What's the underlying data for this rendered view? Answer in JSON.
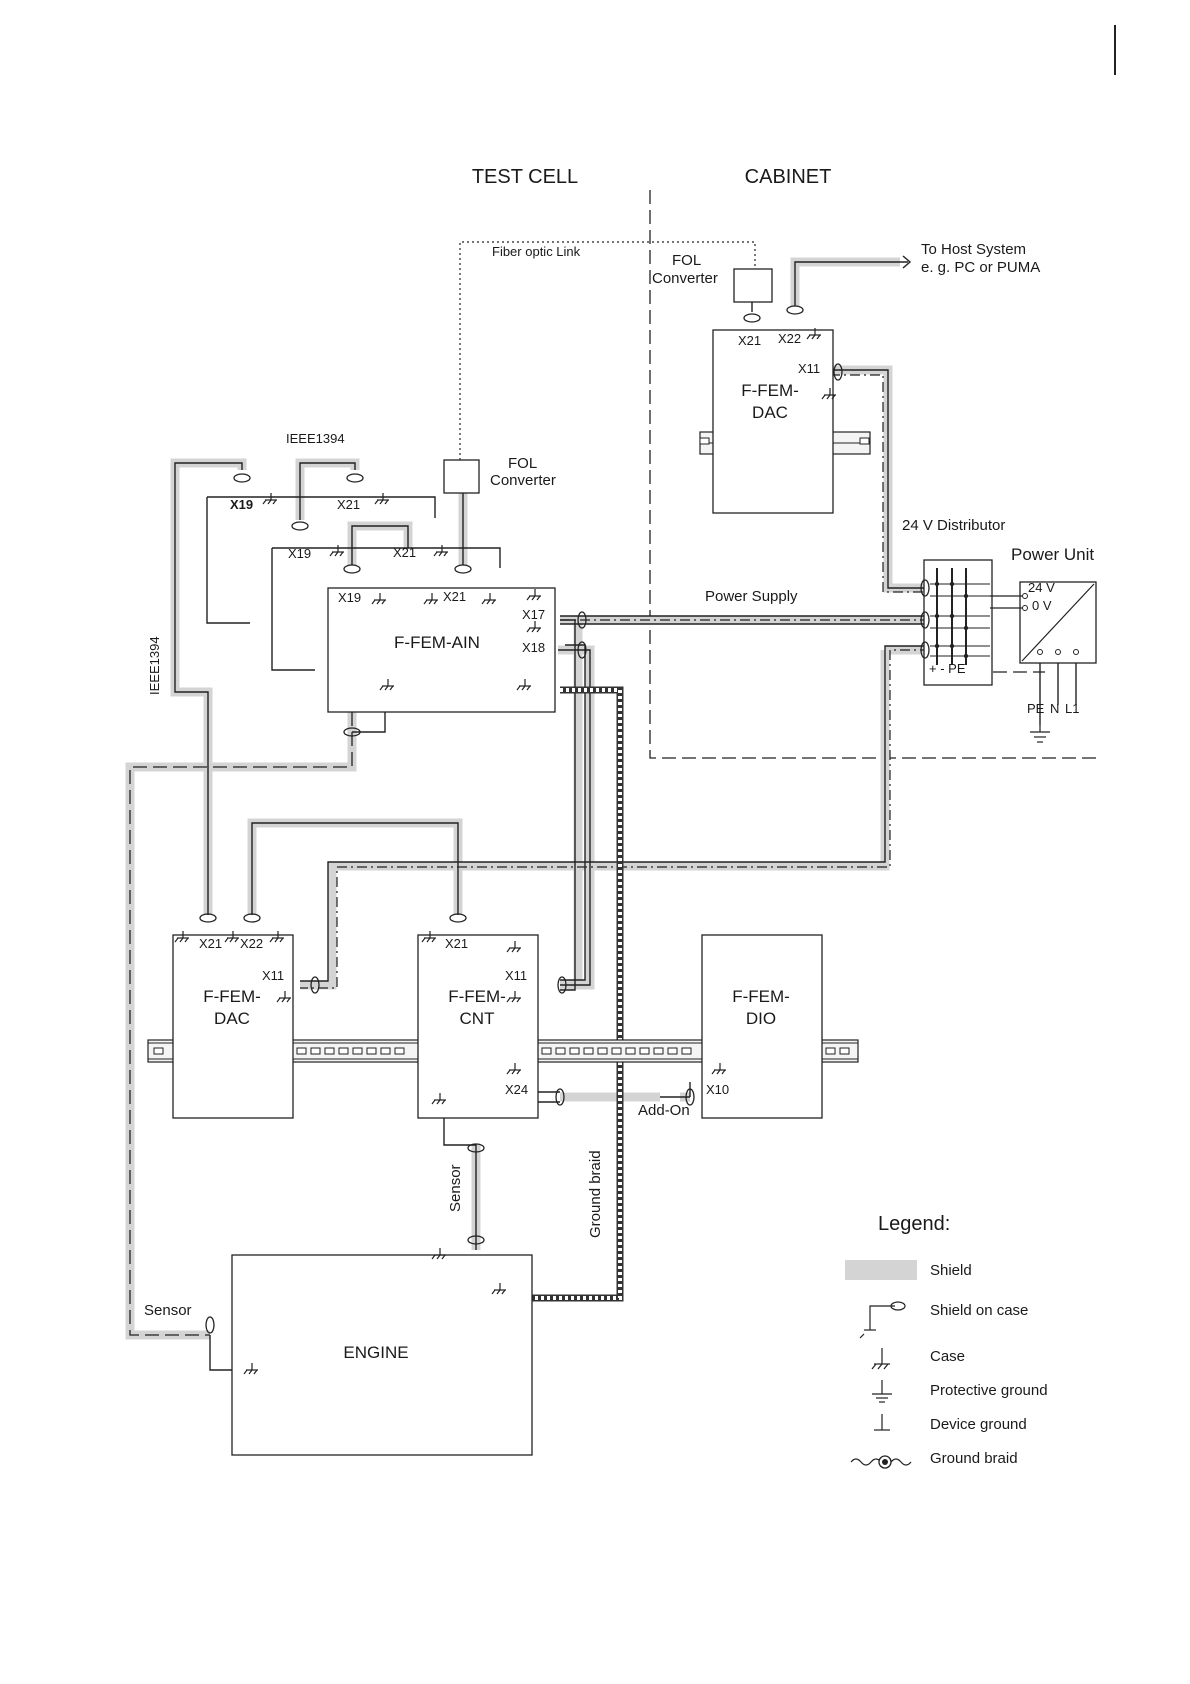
{
  "regions": {
    "test_cell": "TEST CELL",
    "cabinet": "CABINET"
  },
  "top_right": {
    "fiber_optic_link": "Fiber optic Link",
    "fol_converter_cabinet": "FOL\nConverter",
    "fol_converter_cell": "FOL\nConverter",
    "to_host_line1": "To Host System",
    "to_host_line2": "e. g. PC or PUMA"
  },
  "modules": {
    "dac_cabinet": {
      "line1": "F-FEM-",
      "line2": "DAC",
      "x21": "X21",
      "x22": "X22",
      "x11": "X11"
    },
    "ain": {
      "name": "F-FEM-AIN",
      "x19": "X19",
      "x21": "X21",
      "x17": "X17",
      "x18": "X18"
    },
    "ain_stack": {
      "x19_a": "X19",
      "x21_a": "X21",
      "x19_b": "X19",
      "x21_b": "X21"
    },
    "dac_cell": {
      "line1": "F-FEM-",
      "line2": "DAC",
      "x21": "X21",
      "x22": "X22",
      "x11": "X11"
    },
    "cnt": {
      "line1": "F-FEM-",
      "line2": "CNT",
      "x21": "X21",
      "x11": "X11",
      "x24": "X24"
    },
    "dio": {
      "line1": "F-FEM-",
      "line2": "DIO",
      "x10": "X10"
    },
    "engine": "ENGINE"
  },
  "power": {
    "distributor": "24 V Distributor",
    "power_unit": "Power Unit",
    "v24": "24 V",
    "v0": "0 V",
    "plus_minus_pe": "+  -  PE",
    "power_supply": "Power Supply",
    "pe": "PE",
    "n": "N",
    "l1": "L1"
  },
  "cable_labels": {
    "ieee1394_top": "IEEE1394",
    "ieee1394_side": "IEEE1394",
    "sensor_vertical": "Sensor",
    "sensor_left": "Sensor",
    "ground_braid_vertical": "Ground braid",
    "add_on": "Add-On"
  },
  "legend": {
    "title": "Legend:",
    "items": [
      "Shield",
      "Shield on case",
      "Case",
      "Protective ground",
      "Device ground",
      "Ground braid"
    ]
  },
  "colors": {
    "shield": "#d4d4d4",
    "line": "#222222",
    "background": "#ffffff"
  }
}
